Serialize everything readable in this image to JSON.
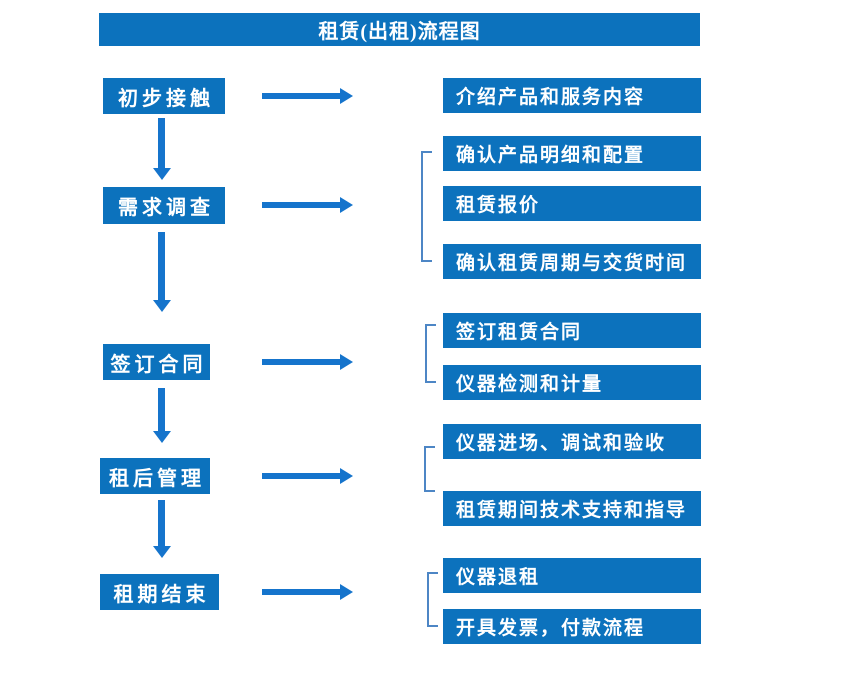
{
  "title": "租赁(出租)流程图",
  "colors": {
    "box_fill": "#0c72bd",
    "arrow": "#1574cc",
    "bracket": "#4d86c5",
    "text": "#ffffff",
    "background": "#ffffff"
  },
  "groups": [
    {
      "stage": "初步接触",
      "items": [
        "介绍产品和服务内容"
      ]
    },
    {
      "stage": "需求调查",
      "items": [
        "确认产品明细和配置",
        "租赁报价",
        "确认租赁周期与交货时间"
      ]
    },
    {
      "stage": "签订合同",
      "items": [
        "签订租赁合同",
        "仪器检测和计量"
      ]
    },
    {
      "stage": "租后管理",
      "items": [
        "仪器进场、调试和验收",
        "租赁期间技术支持和指导"
      ]
    },
    {
      "stage": "租期结束",
      "items": [
        "仪器退租",
        "开具发票，付款流程"
      ]
    }
  ]
}
